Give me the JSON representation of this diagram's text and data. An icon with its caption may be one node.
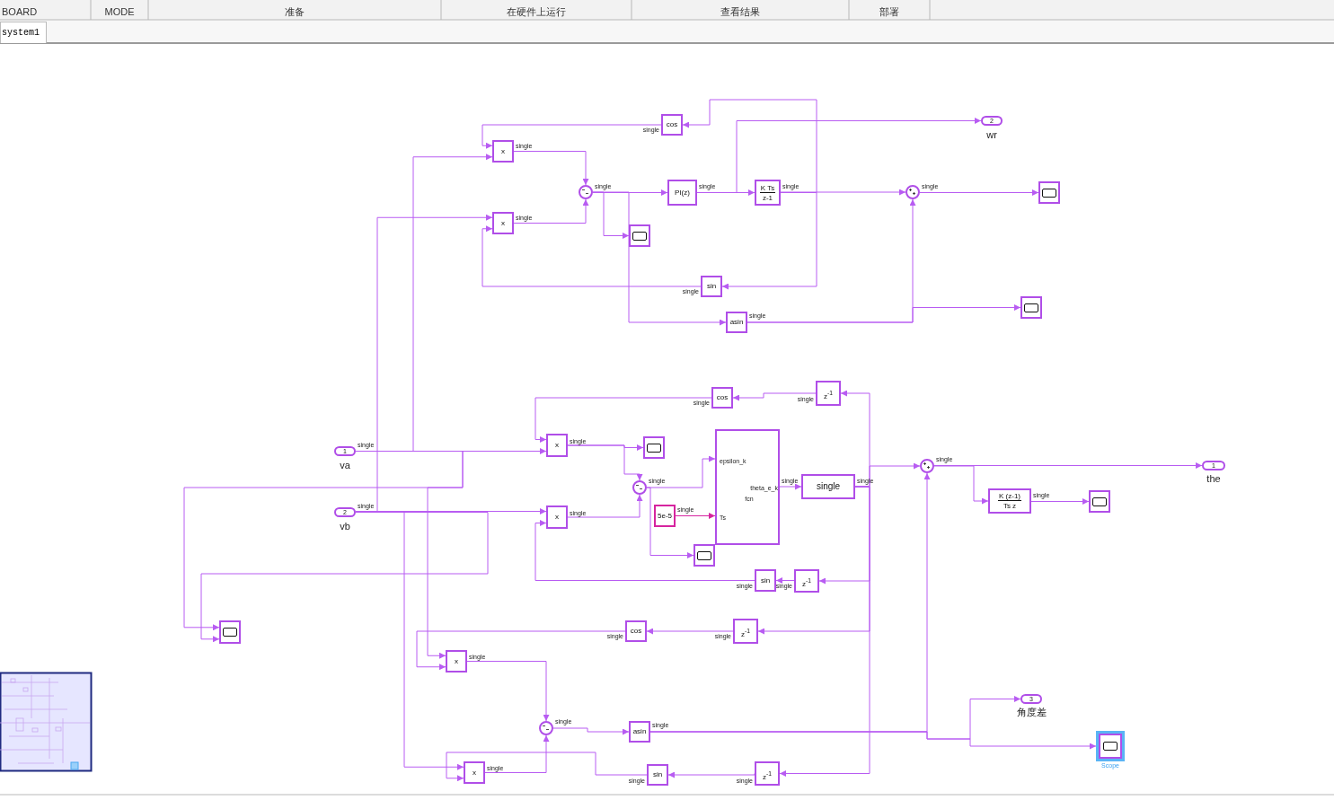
{
  "diagram": {
    "nodes": [
      {
        "text": [
          "cos"
        ],
        "beside": [
          "single"
        ]
      },
      {
        "text": [
          "x"
        ],
        "beside": [
          "single"
        ]
      },
      {
        "text": [
          "x"
        ],
        "beside": [
          "single"
        ]
      },
      {
        "text": [],
        "shape": "circle",
        "beside": [
          "single"
        ]
      },
      {
        "text": [
          "PI(z)"
        ],
        "beside": [
          "single"
        ]
      },
      {
        "text": [
          "K Ts",
          "z-1"
        ],
        "beside": [
          "single"
        ]
      },
      {
        "text": [],
        "shape": "box"
      },
      {
        "text": [],
        "shape": "circle",
        "beside": [
          "single"
        ]
      },
      {
        "text": [],
        "shape": "box"
      },
      {
        "text": [
          "sin"
        ],
        "beside": [
          "single"
        ]
      },
      {
        "text": [
          "asin"
        ],
        "beside": [
          "single"
        ]
      },
      {
        "text": [],
        "shape": "box"
      },
      {
        "text": [
          "2"
        ],
        "beside": [
          "wr"
        ]
      },
      {
        "text": [
          "1"
        ],
        "beside": [
          "single",
          "va"
        ]
      },
      {
        "text": [
          "2"
        ],
        "beside": [
          "single",
          "vb"
        ]
      },
      {
        "text": [
          "cos"
        ],
        "beside": [
          "single"
        ]
      },
      {
        "text": [
          "z$^{-1}$"
        ],
        "beside": [
          "single"
        ]
      },
      {
        "text": [
          "x"
        ],
        "beside": [
          "single"
        ]
      },
      {
        "text": [],
        "shape": "box"
      },
      {
        "text": [],
        "shape": "circle",
        "beside": [
          "single"
        ]
      },
      {
        "text": [
          "epsilon_k",
          "Ts",
          "theta_e_k",
          "fcn"
        ],
        "beside": [
          "single"
        ]
      },
      {
        "text": [
          "5e-5"
        ],
        "beside": [
          "single"
        ]
      },
      {
        "text": [
          "x"
        ],
        "beside": [
          "single"
        ]
      },
      {
        "text": [],
        "shape": "box"
      },
      {
        "text": [
          "single"
        ],
        "beside": [
          "single"
        ]
      },
      {
        "text": [
          "sin"
        ],
        "beside": [
          "single"
        ]
      },
      {
        "text": [
          "z$^{-1}$"
        ],
        "beside": [
          "single"
        ]
      },
      {
        "text": [],
        "shape": "box"
      },
      {
        "text": [],
        "shape": "circle",
        "beside": [
          "single"
        ]
      },
      {
        "text": [
          "1"
        ],
        "beside": [
          "the"
        ]
      },
      {
        "text": [
          "K (z-1)",
          "Ts z"
        ],
        "beside": [
          "single"
        ]
      },
      {
        "text": [],
        "shape": "box"
      },
      {
        "text": [
          "cos"
        ],
        "beside": [
          "single"
        ]
      },
      {
        "text": [
          "z$^{-1}$"
        ],
        "beside": [
          "single"
        ]
      },
      {
        "text": [
          "x"
        ],
        "beside": [
          "single"
        ]
      },
      {
        "text": [],
        "shape": "circle",
        "beside": [
          "single"
        ]
      },
      {
        "text": [
          "asin"
        ],
        "beside": [
          "single"
        ]
      },
      {
        "text": [
          "x"
        ],
        "beside": [
          "single"
        ]
      },
      {
        "text": [
          "sin"
        ],
        "beside": [
          "single"
        ]
      },
      {
        "text": [
          "z$^{-1}$"
        ],
        "beside": [
          "single"
        ]
      },
      {
        "text": [
          "3"
        ],
        "beside": [
          "角度差"
        ]
      },
      {
        "text": [],
        "shape": "box",
        "beside": [
          "Scope"
        ]
      }
    ],
    "edges": [
      {
        "from": 0,
        "to": 1,
        "arrow": "to"
      },
      {
        "from": 13,
        "to": 1,
        "arrow": "to"
      },
      {
        "from": 14,
        "to": 2,
        "arrow": "to"
      },
      {
        "from": 9,
        "to": 2,
        "arrow": "to"
      },
      {
        "from": 1,
        "to": 3,
        "arrow": "to"
      },
      {
        "from": 2,
        "to": 3,
        "arrow": "to"
      },
      {
        "from": 3,
        "to": 4,
        "arrow": "to"
      },
      {
        "from": 3,
        "to": 6,
        "arrow": "to"
      },
      {
        "from": 3,
        "to": 10,
        "arrow": "to"
      },
      {
        "from": 4,
        "to": 5,
        "arrow": "to"
      },
      {
        "from": 4,
        "to": 12,
        "arrow": "to"
      },
      {
        "from": 5,
        "to": 7,
        "arrow": "to"
      },
      {
        "from": 5,
        "to": 0,
        "arrow": "to"
      },
      {
        "from": 5,
        "to": 9,
        "arrow": "to"
      },
      {
        "from": 7,
        "to": 8,
        "arrow": "to"
      },
      {
        "from": 10,
        "to": 7,
        "arrow": "to"
      },
      {
        "from": 10,
        "to": 11,
        "arrow": "to"
      },
      {
        "from": 13,
        "to": 17,
        "arrow": "to"
      },
      {
        "from": 14,
        "to": 22,
        "arrow": "to"
      },
      {
        "from": 16,
        "to": 15,
        "arrow": "to"
      },
      {
        "from": 15,
        "to": 17,
        "arrow": "to"
      },
      {
        "from": 17,
        "to": 18,
        "arrow": "to"
      },
      {
        "from": 17,
        "to": 19,
        "arrow": "to"
      },
      {
        "from": 22,
        "to": 19,
        "arrow": "to"
      },
      {
        "from": 19,
        "to": 20,
        "arrow": "to"
      },
      {
        "from": 19,
        "to": 23,
        "arrow": "to"
      },
      {
        "from": 21,
        "to": 20,
        "arrow": "to",
        "color": "#d6249f"
      },
      {
        "from": 20,
        "to": 24,
        "arrow": "to"
      },
      {
        "from": 24,
        "to": 28,
        "arrow": "to"
      },
      {
        "from": 24,
        "to": 16,
        "arrow": "to"
      },
      {
        "from": 24,
        "to": 26,
        "arrow": "to"
      },
      {
        "from": 24,
        "to": 33,
        "arrow": "to"
      },
      {
        "from": 24,
        "to": 39,
        "arrow": "to"
      },
      {
        "from": 26,
        "to": 25,
        "arrow": "to"
      },
      {
        "from": 25,
        "to": 22,
        "arrow": "to"
      },
      {
        "from": 13,
        "to": 27,
        "arrow": "to"
      },
      {
        "from": 14,
        "to": 27,
        "arrow": "to"
      },
      {
        "from": 28,
        "to": 29,
        "arrow": "to"
      },
      {
        "from": 28,
        "to": 30,
        "arrow": "to"
      },
      {
        "from": 30,
        "to": 31,
        "arrow": "to"
      },
      {
        "from": 36,
        "to": 28,
        "arrow": "to"
      },
      {
        "from": 36,
        "to": 40,
        "arrow": "to"
      },
      {
        "from": 36,
        "to": 41,
        "arrow": "to"
      },
      {
        "from": 33,
        "to": 32,
        "arrow": "to"
      },
      {
        "from": 32,
        "to": 34,
        "arrow": "to"
      },
      {
        "from": 13,
        "to": 34,
        "arrow": "to"
      },
      {
        "from": 14,
        "to": 37,
        "arrow": "to"
      },
      {
        "from": 38,
        "to": 37,
        "arrow": "to"
      },
      {
        "from": 34,
        "to": 35,
        "arrow": "to"
      },
      {
        "from": 37,
        "to": 35,
        "arrow": "to"
      },
      {
        "from": 35,
        "to": 36,
        "arrow": "to"
      },
      {
        "from": 39,
        "to": 38,
        "arrow": "to"
      }
    ],
    "labels": [
      "BOARD",
      "MODE",
      "准备",
      "在硬件上运行",
      "查看结果",
      "部署",
      "system1"
    ]
  }
}
